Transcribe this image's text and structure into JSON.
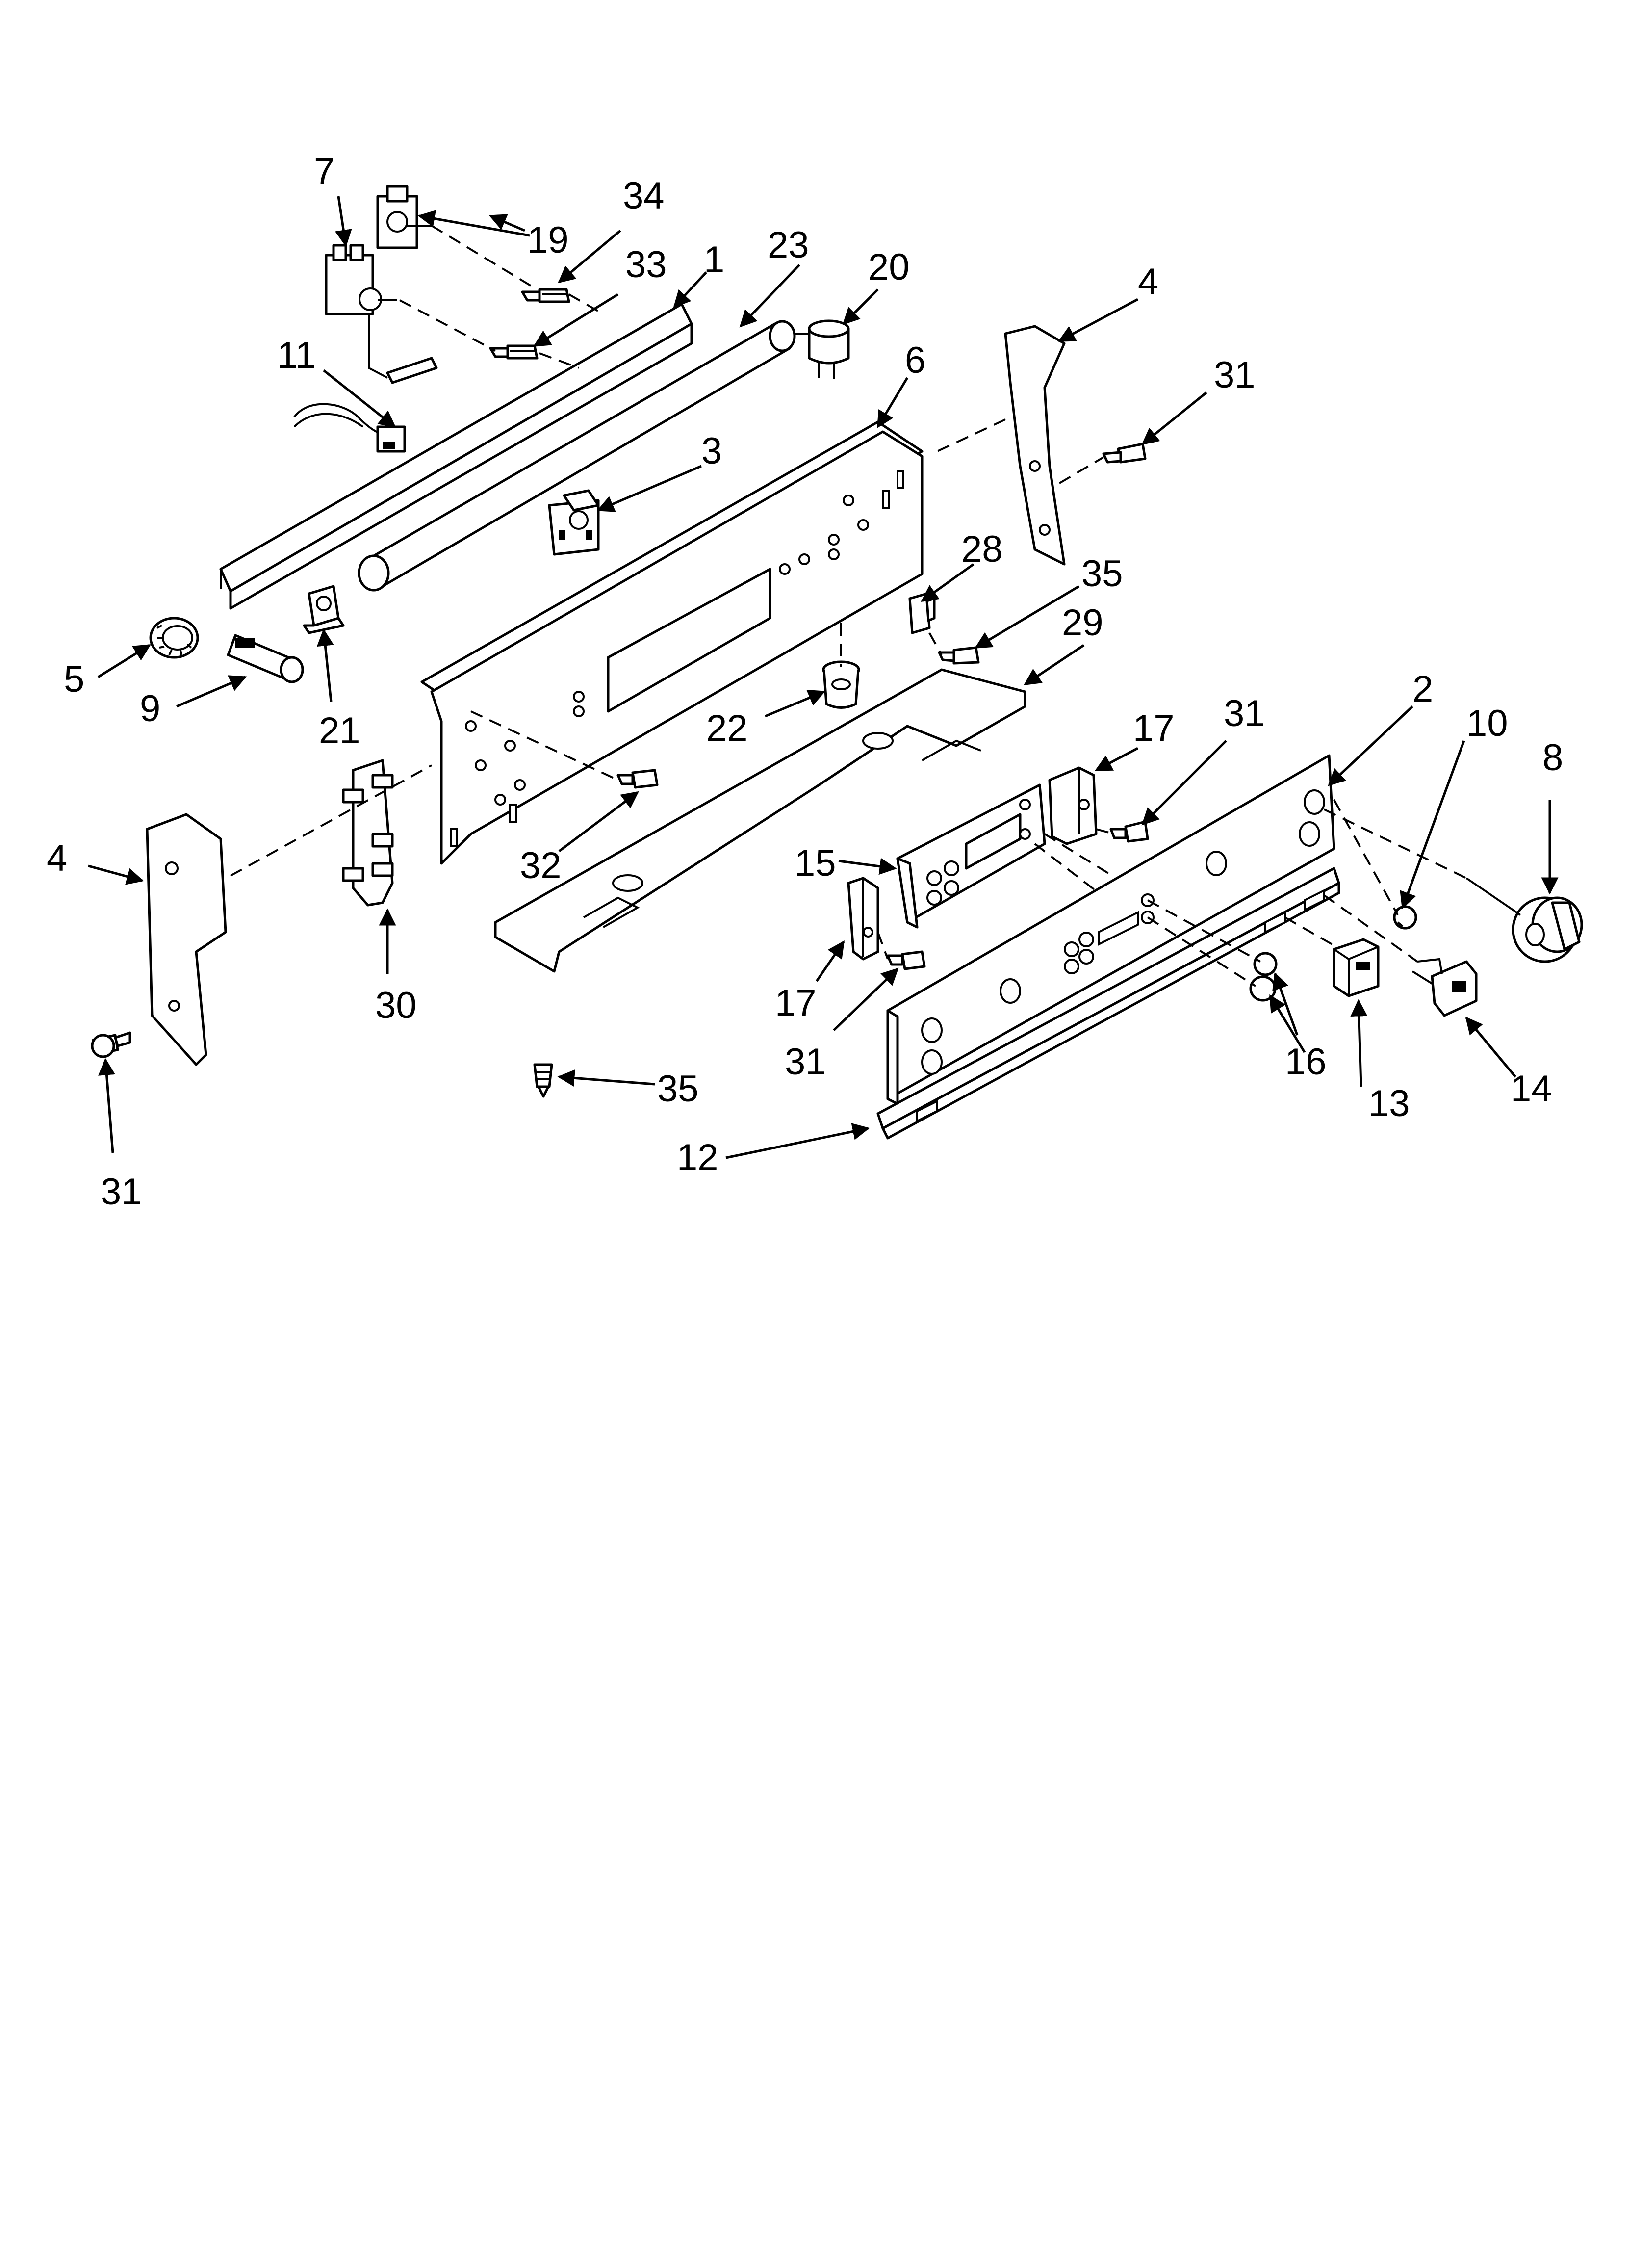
{
  "callouts": [
    {
      "id": "c7a",
      "text": "7"
    },
    {
      "id": "c34",
      "text": "34"
    },
    {
      "id": "c19",
      "text": "19"
    },
    {
      "id": "c33",
      "text": "33"
    },
    {
      "id": "c1",
      "text": "1"
    },
    {
      "id": "c23",
      "text": "23"
    },
    {
      "id": "c20",
      "text": "20"
    },
    {
      "id": "c4a",
      "text": "4"
    },
    {
      "id": "c31a",
      "text": "31"
    },
    {
      "id": "c11",
      "text": "11"
    },
    {
      "id": "c6",
      "text": "6"
    },
    {
      "id": "c3",
      "text": "3"
    },
    {
      "id": "c28",
      "text": "28"
    },
    {
      "id": "c35a",
      "text": "35"
    },
    {
      "id": "c29",
      "text": "29"
    },
    {
      "id": "c5",
      "text": "5"
    },
    {
      "id": "c9",
      "text": "9"
    },
    {
      "id": "c21",
      "text": "21"
    },
    {
      "id": "c22",
      "text": "22"
    },
    {
      "id": "c2",
      "text": "2"
    },
    {
      "id": "c10",
      "text": "10"
    },
    {
      "id": "c8",
      "text": "8"
    },
    {
      "id": "c17a",
      "text": "17"
    },
    {
      "id": "c31b",
      "text": "31"
    },
    {
      "id": "c4b",
      "text": "4"
    },
    {
      "id": "c15",
      "text": "15"
    },
    {
      "id": "c32",
      "text": "32"
    },
    {
      "id": "c30",
      "text": "30"
    },
    {
      "id": "c17b",
      "text": "17"
    },
    {
      "id": "c31c",
      "text": "31"
    },
    {
      "id": "c16",
      "text": "16"
    },
    {
      "id": "c13",
      "text": "13"
    },
    {
      "id": "c14",
      "text": "14"
    },
    {
      "id": "c35b",
      "text": "35"
    },
    {
      "id": "c12",
      "text": "12"
    },
    {
      "id": "c31d",
      "text": "31"
    }
  ]
}
